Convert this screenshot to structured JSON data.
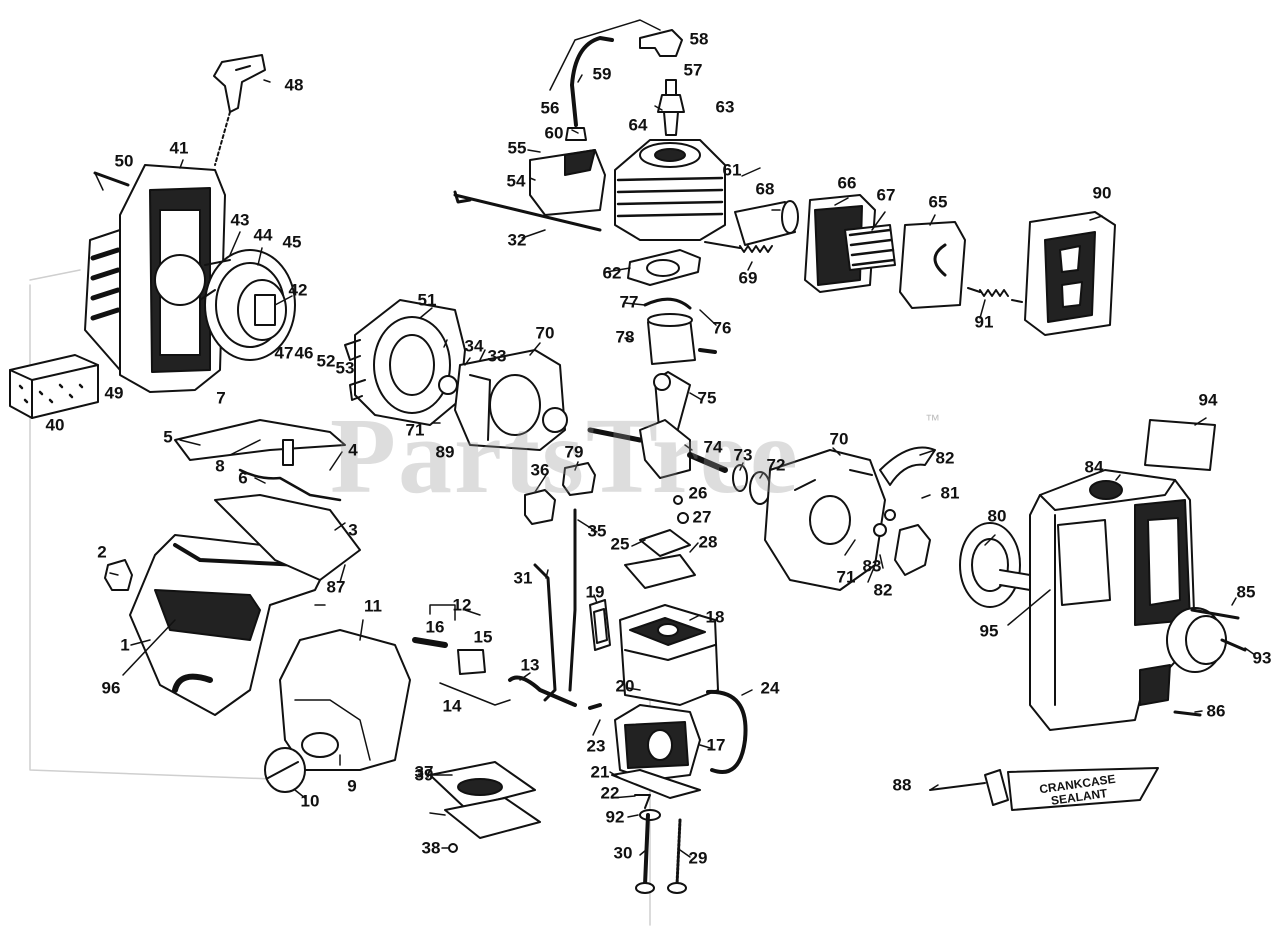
{
  "watermark": {
    "text": "PartsTree",
    "trademark": "™"
  },
  "sealant_tube": {
    "line1": "CRANKCASE",
    "line2": "SEALANT"
  },
  "callouts": [
    {
      "label": "1"
    },
    {
      "label": "2"
    },
    {
      "label": "3"
    },
    {
      "label": "4"
    },
    {
      "label": "5"
    },
    {
      "label": "6"
    },
    {
      "label": "7"
    },
    {
      "label": "8"
    },
    {
      "label": "9"
    },
    {
      "label": "10"
    },
    {
      "label": "11"
    },
    {
      "label": "12"
    },
    {
      "label": "13"
    },
    {
      "label": "14"
    },
    {
      "label": "15"
    },
    {
      "label": "16"
    },
    {
      "label": "17"
    },
    {
      "label": "18"
    },
    {
      "label": "19"
    },
    {
      "label": "20"
    },
    {
      "label": "21"
    },
    {
      "label": "22"
    },
    {
      "label": "23"
    },
    {
      "label": "24"
    },
    {
      "label": "25"
    },
    {
      "label": "26"
    },
    {
      "label": "27"
    },
    {
      "label": "28"
    },
    {
      "label": "29"
    },
    {
      "label": "30"
    },
    {
      "label": "31"
    },
    {
      "label": "32"
    },
    {
      "label": "33"
    },
    {
      "label": "34"
    },
    {
      "label": "35"
    },
    {
      "label": "36"
    },
    {
      "label": "37"
    },
    {
      "label": "38"
    },
    {
      "label": "39"
    },
    {
      "label": "40"
    },
    {
      "label": "41"
    },
    {
      "label": "42"
    },
    {
      "label": "43"
    },
    {
      "label": "44"
    },
    {
      "label": "45"
    },
    {
      "label": "47"
    },
    {
      "label": "46"
    },
    {
      "label": "52"
    },
    {
      "label": "53"
    },
    {
      "label": "48"
    },
    {
      "label": "49"
    },
    {
      "label": "50"
    },
    {
      "label": "51"
    },
    {
      "label": "54"
    },
    {
      "label": "55"
    },
    {
      "label": "56"
    },
    {
      "label": "57"
    },
    {
      "label": "58"
    },
    {
      "label": "59"
    },
    {
      "label": "60"
    },
    {
      "label": "61"
    },
    {
      "label": "62"
    },
    {
      "label": "63"
    },
    {
      "label": "64"
    },
    {
      "label": "65"
    },
    {
      "label": "66"
    },
    {
      "label": "67"
    },
    {
      "label": "68"
    },
    {
      "label": "69"
    },
    {
      "label": "70"
    },
    {
      "label": "70"
    },
    {
      "label": "71"
    },
    {
      "label": "71"
    },
    {
      "label": "72"
    },
    {
      "label": "73"
    },
    {
      "label": "74"
    },
    {
      "label": "75"
    },
    {
      "label": "76"
    },
    {
      "label": "77"
    },
    {
      "label": "78"
    },
    {
      "label": "79"
    },
    {
      "label": "80"
    },
    {
      "label": "81"
    },
    {
      "label": "82"
    },
    {
      "label": "82"
    },
    {
      "label": "83"
    },
    {
      "label": "84"
    },
    {
      "label": "85"
    },
    {
      "label": "86"
    },
    {
      "label": "87"
    },
    {
      "label": "88"
    },
    {
      "label": "89"
    },
    {
      "label": "90"
    },
    {
      "label": "91"
    },
    {
      "label": "92"
    },
    {
      "label": "93"
    },
    {
      "label": "94"
    },
    {
      "label": "95"
    },
    {
      "label": "96"
    }
  ]
}
